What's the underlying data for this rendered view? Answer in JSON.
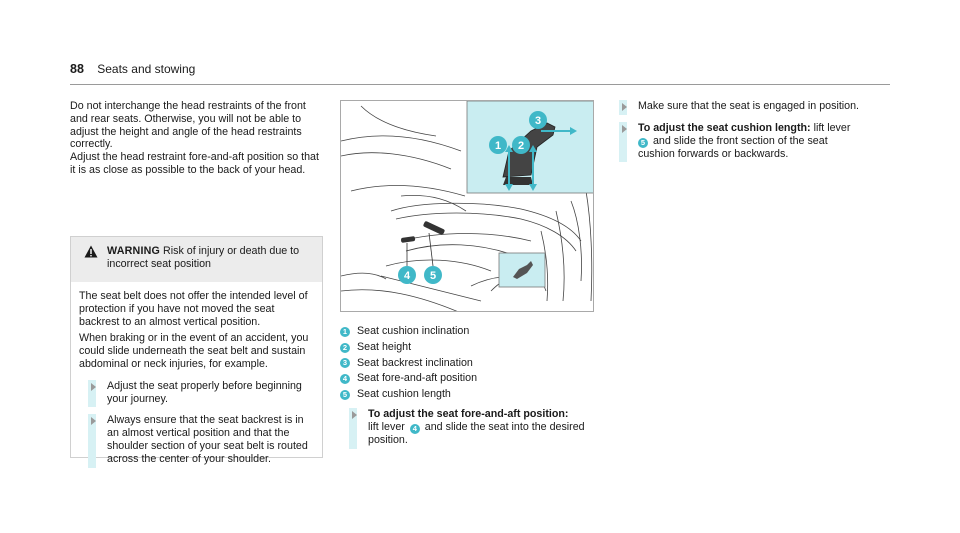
{
  "header": {
    "page_number": "88",
    "section": "Seats and stowing"
  },
  "intro": {
    "p1": "Do not interchange the head restraints of the front and rear seats. Otherwise, you will not be able to adjust the height and angle of the head restraints correctly.",
    "p2": "Adjust the head restraint fore-and-aft position so that it is as close as possible to the back of your head."
  },
  "warning": {
    "label": "WARNING",
    "title": "Risk of injury or death due to incorrect seat position",
    "body": [
      "The seat belt does not offer the intended level of protection if you have not moved the seat backrest to an almost vertical position.",
      "When braking or in the event of an accident, you could slide underneath the seat belt and sustain abdominal or neck injuries, for exam­ple."
    ],
    "steps": [
      "Adjust the seat properly before begin­ning your journey.",
      "Always ensure that the seat backrest is in an almost vertical position and that the shoulder section of your seat belt is routed across the center of your shoul­der."
    ]
  },
  "figure": {
    "callouts": [
      "1",
      "2",
      "3",
      "4",
      "5"
    ]
  },
  "legend": [
    {
      "n": "1",
      "label": "Seat cushion inclination"
    },
    {
      "n": "2",
      "label": "Seat height"
    },
    {
      "n": "3",
      "label": "Seat backrest inclination"
    },
    {
      "n": "4",
      "label": "Seat fore-and-aft position"
    },
    {
      "n": "5",
      "label": "Seat cushion length"
    }
  ],
  "instruction_fore_aft": {
    "title": "To adjust the seat fore-and-aft position:",
    "text_before": "lift lever",
    "ref": "4",
    "text_after": "and slide the seat into the desired position."
  },
  "instruction_right": {
    "step1": "Make sure that the seat is engaged in posi­tion.",
    "step2_title": "To adjust the seat cushion length:",
    "step2_before": "lift lever",
    "step2_ref": "5",
    "step2_after": "and slide the front section of the seat cushion forwards or backwards."
  },
  "colors": {
    "accent": "#40b8c8",
    "highlight": "#d7f1f4",
    "panel": "#c9edf1"
  }
}
